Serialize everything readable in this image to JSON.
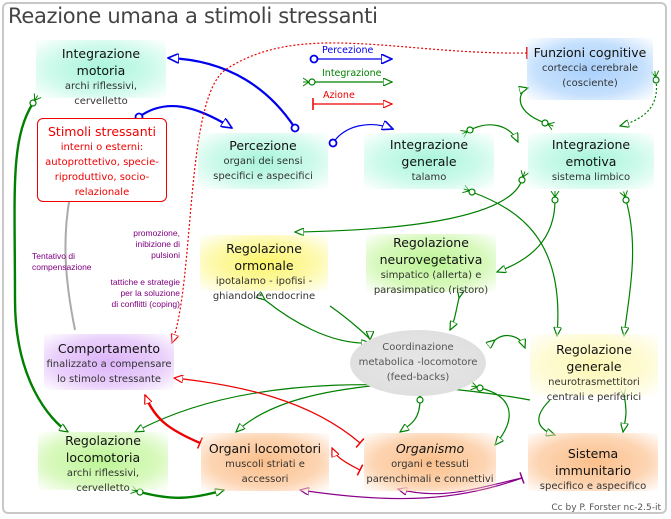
{
  "title": "Reazione umana a stimoli stressanti",
  "legend": {
    "perception": "Percezione",
    "integration": "Integrazione",
    "action": "Azione"
  },
  "colors": {
    "perception": "#0000ee",
    "integration": "#008000",
    "action": "#ee0000",
    "feedback_purple": "#8b008b",
    "compensation_gray": "#aaaaaa"
  },
  "nodes": {
    "integrazione_motoria": {
      "title": "Integrazione motoria",
      "sub1": "archi riflessivi,",
      "sub2": "cervelletto"
    },
    "stimoli": {
      "title": "Stimoli stressanti",
      "sub1": "interni o esterni:",
      "sub2": "autoprottetivo, specie-",
      "sub3": "riproduttivo, socio-",
      "sub4": "relazionale"
    },
    "percezione": {
      "title": "Percezione",
      "sub1": "organi dei sensi",
      "sub2": "specifici e aspecifici"
    },
    "integrazione_generale": {
      "title1": "Integrazione",
      "title2": "generale",
      "sub1": "talamo"
    },
    "funzioni_cognitive": {
      "title": "Funzioni cognitive",
      "sub1": "corteccia cerebrale",
      "sub2": "(cosciente)"
    },
    "integrazione_emotiva": {
      "title1": "Integrazione",
      "title2": "emotiva",
      "sub1": "sistema limbico"
    },
    "regolazione_ormonale": {
      "title": "Regolazione ormonale",
      "sub1": "ipotalamo  - ipofisi -",
      "sub2": "ghiandole endocrine"
    },
    "regolazione_neurovegetativa": {
      "title1": "Regolazione",
      "title2": "neurovegetativa",
      "sub1": "simpatico (allerta) e",
      "sub2": "parasimpatico (ristoro)"
    },
    "coordinazione": {
      "sub1": "Coordinazione",
      "sub2": "metabolica -locomotore",
      "sub3": "(feed-backs)"
    },
    "regolazione_generale": {
      "title": "Regolazione generale",
      "sub1": "neurotrasmettitori",
      "sub2": "centrali e periferici"
    },
    "comportamento": {
      "title": "Comportamento",
      "sub1": "finalizzato a compensare",
      "sub2": "lo stimolo stressante"
    },
    "regolazione_locomotoria": {
      "title1": "Regolazione",
      "title2": "locomotoria",
      "sub1": "archi riflessivi,",
      "sub2": "cervelletto"
    },
    "organi_locomotori": {
      "title": "Organi locomotori",
      "sub1": "muscoli striati e",
      "sub2": "accessori"
    },
    "organismo": {
      "title": "Organismo",
      "sub1": "organi e tessuti",
      "sub2": "parenchimali e connettivi"
    },
    "sistema_immunitario": {
      "title": "Sistema immunitario",
      "sub1": "specifico e aspecifico"
    }
  },
  "notes": {
    "tentativo": [
      "Tentativo di",
      "compensazione"
    ],
    "promozione": [
      "promozione,",
      "inibizione di",
      "pulsioni"
    ],
    "tattiche": [
      "tattiche e strategie",
      "per la soluzione",
      "di conflitti (coping)"
    ]
  },
  "credit": "Cc by P. Forster nc-2.5-it"
}
